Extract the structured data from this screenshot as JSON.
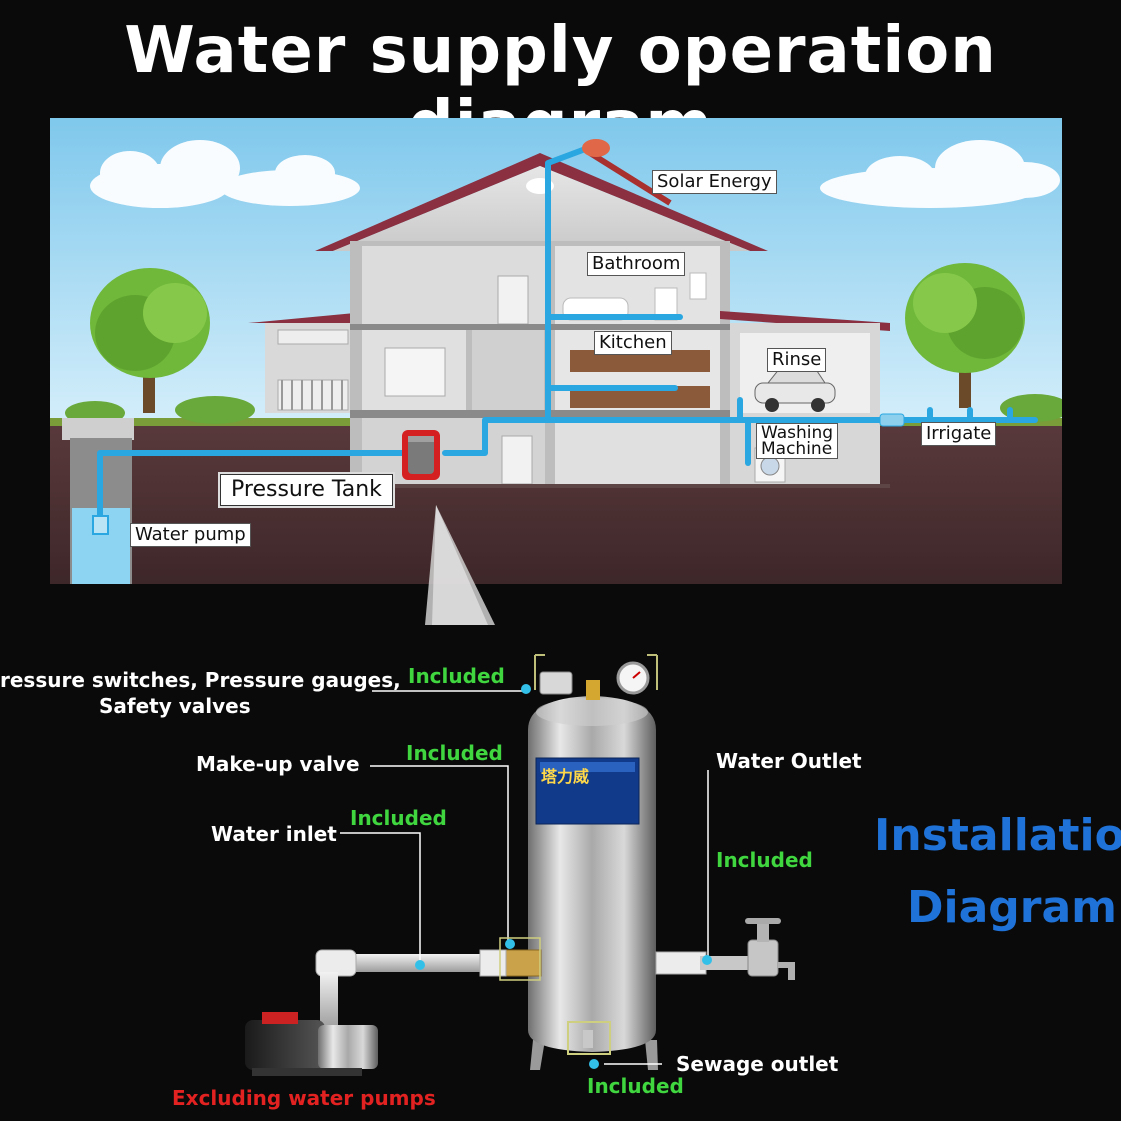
{
  "title": "Water supply operation diagram",
  "scene": {
    "labels": {
      "solar": "Solar Energy",
      "bathroom": "Bathroom",
      "kitchen": "Kitchen",
      "rinse": "Rinse",
      "washing_1": "Washing",
      "washing_2": "Machine",
      "irrigate": "Irrigate",
      "pressure_tank": "Pressure Tank",
      "water_pump": "Water pump"
    }
  },
  "install": {
    "heading_1": "Installation",
    "heading_2": "Diagram",
    "pressure_switches_1": "ressure switches, Pressure gauges,",
    "pressure_switches_2": "Safety valves",
    "makeup_valve": "Make-up valve",
    "water_inlet": "Water inlet",
    "water_outlet": "Water Outlet",
    "sewage_outlet": "Sewage outlet",
    "included": "Included",
    "excluding_pumps": "Excluding water pumps",
    "tank_brand": "塔力威"
  },
  "colors": {
    "pipe": "#2aa7e0",
    "included": "#3fd63f",
    "excluding": "#e22121",
    "heading": "#1f72d8"
  }
}
